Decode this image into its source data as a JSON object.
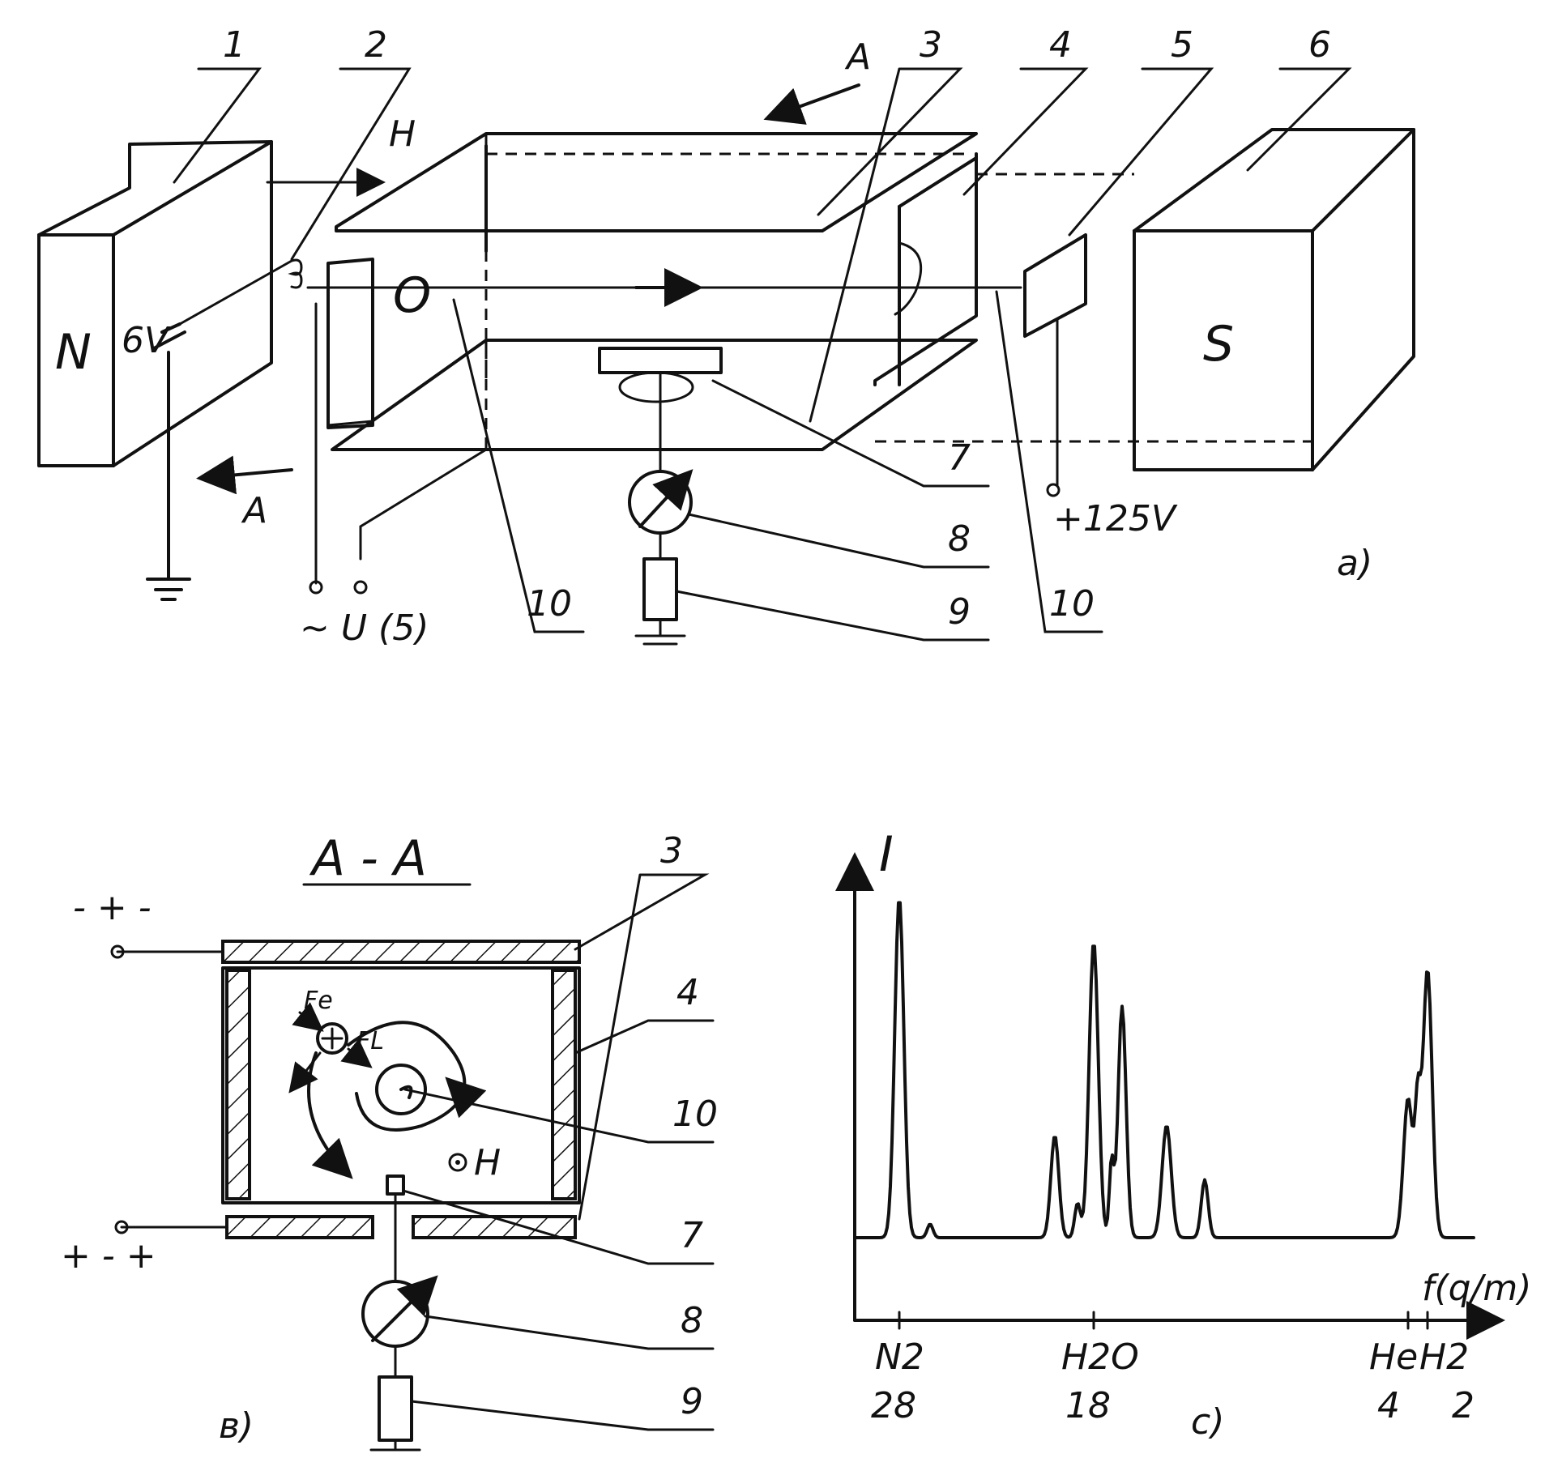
{
  "panel_a": {
    "pole_n": "N",
    "pole_s": "S",
    "battery": "6V",
    "field": "H",
    "section_arrow": "A",
    "ion_gate": "O",
    "supply": "+125V",
    "ac_input": "~ U (5)",
    "panel_label": "a)",
    "leaders": [
      "1",
      "2",
      "3",
      "4",
      "5",
      "6",
      "7",
      "8",
      "9",
      "10",
      "10"
    ]
  },
  "panel_b": {
    "title": "A - A",
    "top_polarity": "- + -",
    "bottom_polarity": "+ - +",
    "force_electric": "Fe",
    "force_lorentz": "FL",
    "field": "H",
    "panel_label": "в)",
    "leaders": [
      "3",
      "4",
      "10",
      "7",
      "8",
      "9"
    ]
  },
  "panel_c": {
    "y_axis_label": "I",
    "x_axis_label": "f(q/m)",
    "panel_label": "c)",
    "ticks": [
      {
        "species": "N2",
        "mass": "28"
      },
      {
        "species": "H2O",
        "mass": "18"
      },
      {
        "species": "He",
        "mass": "4"
      },
      {
        "species": "H2",
        "mass": "2"
      }
    ]
  },
  "chart_data": {
    "type": "line",
    "title": "",
    "ylabel": "I",
    "xlabel": "f(q/m)",
    "ticks": [
      "N2 28",
      "H2O 18",
      "He 4",
      "H2 2"
    ],
    "peaks": [
      {
        "species": "N2",
        "mass": 28,
        "relative_height": 1.0
      },
      {
        "species": "H2O",
        "mass": 18,
        "relative_height": 0.87
      },
      {
        "species": "He",
        "mass": 4,
        "relative_height": 0.41
      },
      {
        "species": "H2",
        "mass": 2,
        "relative_height": 0.79
      }
    ],
    "grid": false
  }
}
